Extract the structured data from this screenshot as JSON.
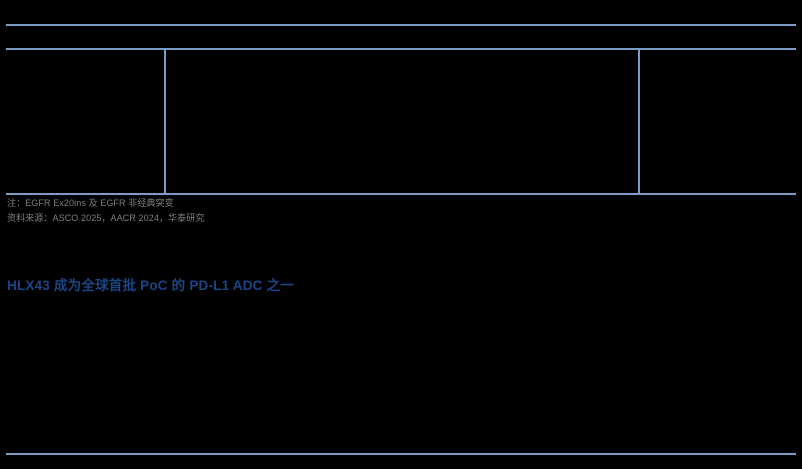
{
  "page": {
    "background_color": "#000000",
    "rule_color": "#7a9cc6",
    "accent_color": "#1b4586",
    "footnote_color": "#808080"
  },
  "exhibit": {
    "table": {
      "header_row": [
        {
          "text": ""
        },
        {
          "text": ""
        },
        {
          "text": ""
        }
      ],
      "rows": [],
      "body_cells": [
        {
          "text": ""
        },
        {
          "text": ""
        },
        {
          "text": ""
        }
      ]
    },
    "footnotes": [
      {
        "label": "注：",
        "text": "注：EGFR Ex20ins 及 EGFR 非经典突变"
      },
      {
        "label": "资料来源：",
        "text": "资料来源：ASCO 2025，AACR 2024，华泰研究"
      }
    ]
  },
  "section": {
    "heading": "HLX43 成为全球首批 PoC 的 PD-L1 ADC 之一",
    "body_text": ""
  },
  "footer": {
    "text": ""
  }
}
